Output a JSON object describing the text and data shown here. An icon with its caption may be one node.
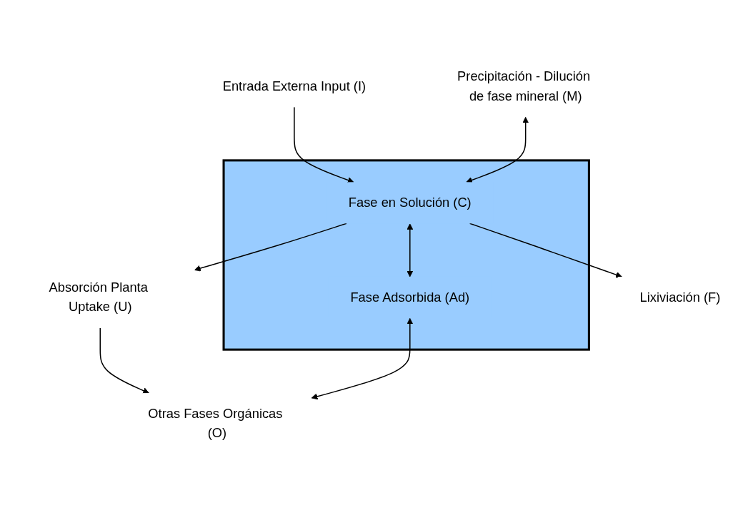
{
  "diagram": {
    "nodes": [
      {
        "text": [
          "Entrada Externa Input (I)"
        ]
      },
      {
        "text": [
          "Absorción Planta Uptake (U)"
        ]
      },
      {
        "text": [],
        "shape": "box"
      },
      {
        "text": [
          "Fase en Solución (C)"
        ],
        "in": 2
      },
      {
        "text": [
          "Fase Adsorbida (Ad)"
        ],
        "in": 2
      },
      {
        "text": [
          "Precipitación - Dilución de fase mineral (M)"
        ]
      },
      {
        "text": [
          "Otras Fases Orgánicas (O)"
        ]
      },
      {
        "text": [
          "Lixiviación (F)"
        ]
      }
    ],
    "edges": [
      {
        "from": 0,
        "to": 3,
        "arrow": "to"
      },
      {
        "from": 3,
        "to": 1,
        "arrow": "to"
      },
      {
        "from": 1,
        "to": 6,
        "arrow": "to"
      },
      {
        "from": 5,
        "to": 3,
        "arrow": "both"
      },
      {
        "from": 3,
        "to": 4,
        "arrow": "both"
      },
      {
        "from": 4,
        "to": 6,
        "arrow": "both"
      },
      {
        "from": 3,
        "to": 7,
        "arrow": "to"
      }
    ]
  }
}
